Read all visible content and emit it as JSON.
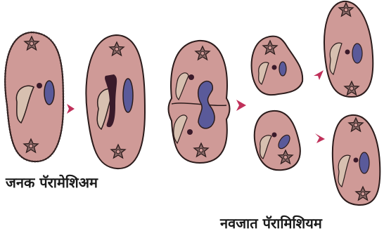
{
  "labels": {
    "parent": "जनक पॅरामेशिअम",
    "daughter": "नवजात पॅरामिशियम"
  },
  "colors": {
    "cell_fill": "#cf9a97",
    "cell_stroke": "#2b1b1b",
    "cilia": "#3b2a2a",
    "nucleus": "#5a5a9a",
    "micronucleus": "#3a1a2a",
    "oral_groove": "#d7c0b0",
    "vacuole_fill": "#8a6a68",
    "arrow": "#c0305a",
    "text": "#1a1a1a"
  },
  "icons": [
    "paramecium-cell",
    "contractile-vacuole-icon",
    "macronucleus",
    "micronucleus",
    "oral-groove",
    "arrow-right"
  ]
}
